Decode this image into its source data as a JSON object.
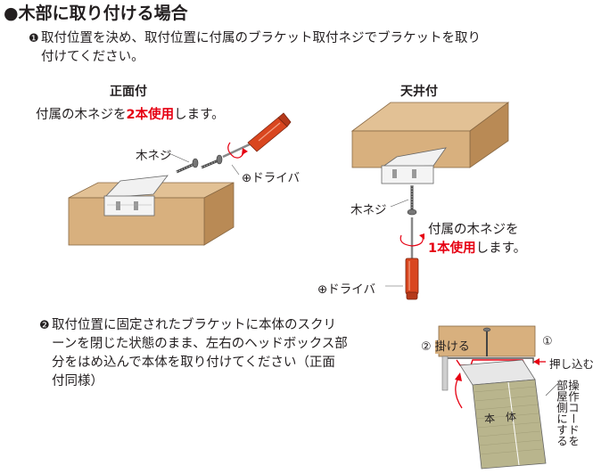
{
  "title": "●木部に取り付ける場合",
  "step1": {
    "number": "❶",
    "text_line1": "取付位置を決め、取付位置に付属のブラケット取付ネジでブラケットを取り",
    "text_line2": "付けてください。"
  },
  "front": {
    "header": "正面付",
    "note_pre": "付属の木ネジを",
    "note_em": "2本使用",
    "note_post": "します。",
    "screw_label": "木ネジ",
    "driver_label": "⊕ドライバ"
  },
  "ceiling": {
    "header": "天井付",
    "screw_label": "木ネジ",
    "note_line1": "付属の木ネジを",
    "note_em": "1本使用",
    "note_post": "します。",
    "driver_label": "⊕ドライバ"
  },
  "step2": {
    "number": "❷",
    "line1": "取付位置に固定されたブラケットに本体のスクリ",
    "line2": "ーンを閉じた状態のまま、左右のヘッドボックス部",
    "line3": "分をはめ込んで本体を取り付けてください（正面",
    "line4": "付同様）"
  },
  "detail": {
    "hook_num": "②",
    "hook_text": "掛ける",
    "push_num": "①",
    "push_text": "押し込む",
    "body_label": "本　体",
    "cord_col1": "操作コードを",
    "cord_col2": "部屋側にする"
  },
  "colors": {
    "wood": "#d8b07e",
    "wood_dark": "#b98a55",
    "driver_red": "#d9461f",
    "accent_red": "#e60012",
    "screen": "#b9b58d"
  }
}
